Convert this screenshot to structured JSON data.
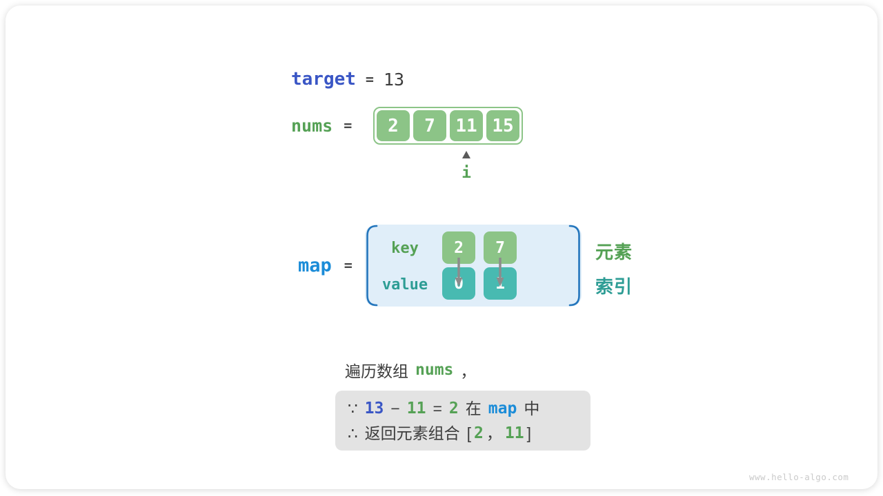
{
  "target_row": {
    "name": "target",
    "equals": "=",
    "value": "13"
  },
  "nums_row": {
    "name": "nums",
    "equals": "=",
    "values": [
      "2",
      "7",
      "11",
      "15"
    ],
    "pointer_label": "i"
  },
  "map_row": {
    "name": "map",
    "equals": "=",
    "key_label": "key",
    "value_label": "value",
    "entries": [
      {
        "key": "2",
        "value": "0"
      },
      {
        "key": "7",
        "value": "1"
      }
    ],
    "side_labels": {
      "element": "元素",
      "index": "索引"
    }
  },
  "caption": {
    "prefix": "遍历数组",
    "array_ref": "nums",
    "comma": "，"
  },
  "conclusion": {
    "because_symbol": "∵",
    "minuend": "13",
    "minus_sign": "−",
    "subtrahend": "11",
    "equals_sign": "=",
    "difference": "2",
    "in_text": "在",
    "map_ref": "map",
    "suffix_text": "中",
    "therefore_symbol": "∴",
    "return_text": "返回元素组合",
    "open_bracket": "[",
    "result_first": "2",
    "comma": "，",
    "result_second": "11",
    "close_bracket": "]"
  },
  "watermark": "www.hello-algo.com",
  "colors": {
    "green_box": "#8cc487",
    "green_text": "#55a155",
    "teal_box": "#48bab1",
    "teal_text": "#2e9d95",
    "royal_blue": "#3a56c5",
    "sky_blue": "#1b8cd8",
    "dark_text": "#3d3d3d",
    "arrow_gray": "#8c8c8c",
    "map_background": "#e0eef9",
    "bracket_blue": "#2375bc",
    "conclusion_background": "#e3e3e3"
  }
}
